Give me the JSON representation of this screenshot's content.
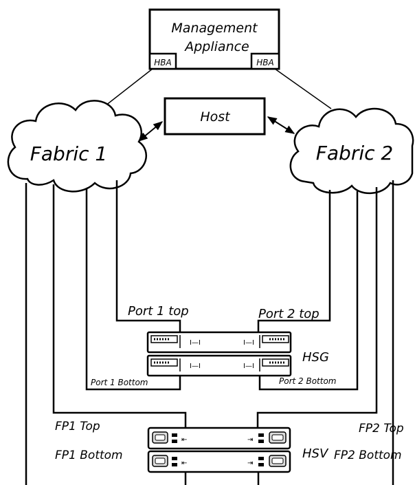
{
  "management": {
    "line1": "Management",
    "line2": "Appliance",
    "hba_left": "HBA",
    "hba_right": "HBA"
  },
  "host": {
    "label": "Host"
  },
  "fabric1": {
    "label": "Fabric 1"
  },
  "fabric2": {
    "label": "Fabric 2"
  },
  "hsg": {
    "label": "HSG",
    "port1_top": "Port 1 top",
    "port2_top": "Port 2 top",
    "port1_bottom": "Port 1 Bottom",
    "port2_bottom": "Port 2 Bottom"
  },
  "hsv": {
    "label": "HSV",
    "fp1_top": "FP1 Top",
    "fp2_top": "FP2 Top",
    "fp1_bottom": "FP1 Bottom",
    "fp2_bottom": "FP2 Bottom"
  }
}
